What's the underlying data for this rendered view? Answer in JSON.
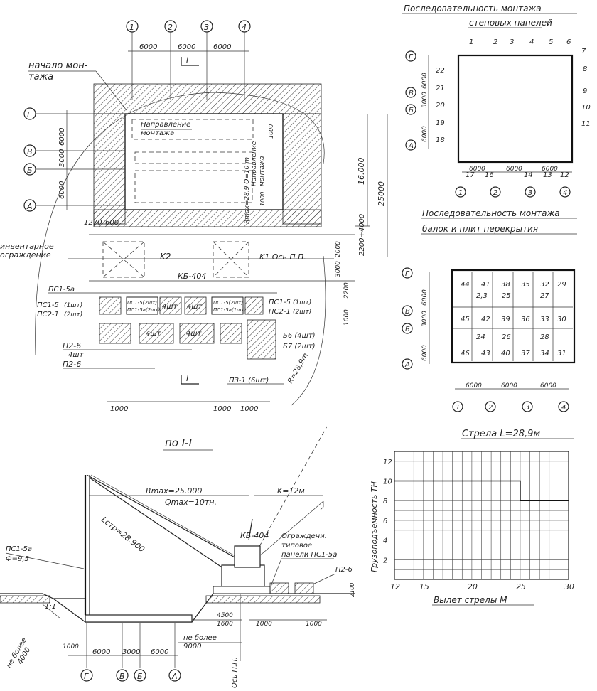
{
  "plan": {
    "axes_top": [
      "1",
      "2",
      "3",
      "4"
    ],
    "axes_left": [
      "Г",
      "В",
      "Б",
      "А"
    ],
    "dims_top": [
      "6000",
      "6000",
      "6000"
    ],
    "dims_left": [
      "6000",
      "3000",
      "6000"
    ],
    "start_label": [
      "начало мон-",
      "тажа"
    ],
    "section_mark": "I",
    "direction_label": [
      "Направление",
      "монтажа"
    ],
    "direction_vertical": [
      "Направление",
      "монтажа"
    ],
    "dim_1000": "1000",
    "dim_1000b": "1000",
    "radius_label": "Rmax=28,9 Q=10 m",
    "dim_16000": "16.000",
    "dim_25000": "25000",
    "dim_2200": "2200+4000",
    "dim_1270": "1270",
    "dim_600": "600",
    "fence_label": [
      "инвентарное",
      "ограждение"
    ],
    "crane_k2": "K2",
    "crane_k1": "K1 Ось П.П.",
    "crane_type": "КБ-404",
    "dim_3000a": "3000",
    "dim_2000": "2000",
    "stack_pc15a_top": "ПС1-5а",
    "stack_left_a": "ПС1-5",
    "stack_left_a_qty": "(1шт)",
    "stack_left_b": "ПС2-1",
    "stack_left_b_qty": "(2шт)",
    "stack_mid1": "ПС1-5(2шт)",
    "stack_mid2": "ПС1-5а(2шт)",
    "qty4a": "4шт",
    "qty4b": "4шт",
    "qty4c": "4шт",
    "qty4d": "4шт",
    "stack_mid3": "ПС1-5(2шт)",
    "stack_mid4": "ПС1-5а(1шт)",
    "stack_right_a": "ПС1-5",
    "stack_right_a_qty": "(1шт)",
    "stack_right_b": "ПС2-1",
    "stack_right_b_qty": "(2шт)",
    "dim_2200b": "2200",
    "dim_1000c": "1000",
    "p26": "П2-6",
    "p26_qty": "4шт",
    "p26b": "П2-6",
    "b6": "Б6 (4шт)",
    "b7": "Б7 (2шт)",
    "r289": "R=28,9m",
    "pz1": "ПЗ-1 (6шт)",
    "dims_bottom": [
      "1000",
      "1000",
      "1000"
    ]
  },
  "wall_panels": {
    "title1": "Последовательность монтажа",
    "title2": "стеновых панелей",
    "top_nums": [
      "1",
      "2",
      "3",
      "4",
      "5",
      "6"
    ],
    "right_nums": [
      "7",
      "8",
      "9",
      "10",
      "11"
    ],
    "left_nums": [
      "22",
      "21",
      "20",
      "19",
      "18"
    ],
    "bottom_nums": [
      "17",
      "16",
      "14",
      "13",
      "12"
    ],
    "axes_left": [
      "Г",
      "В",
      "Б",
      "А"
    ],
    "dims_left": [
      "6000",
      "3000",
      "6000"
    ],
    "axes_bottom": [
      "1",
      "2",
      "3",
      "4"
    ],
    "dims_bottom": [
      "6000",
      "6000",
      "6000"
    ]
  },
  "slabs": {
    "title1": "Последовательность монтажа",
    "title2": "балок и плит перекрытия",
    "row1": [
      "44",
      "41",
      "38",
      "35",
      "32",
      "29"
    ],
    "row2": [
      "2,3",
      "25",
      "27"
    ],
    "row3": [
      "45",
      "42",
      "39",
      "36",
      "33",
      "30"
    ],
    "row4": [
      "24",
      "26",
      "28"
    ],
    "row5": [
      "46",
      "43",
      "40",
      "37",
      "34",
      "31"
    ],
    "axes_left": [
      "Г",
      "В",
      "Б",
      "А"
    ],
    "dims_left": [
      "6000",
      "3000",
      "6000"
    ],
    "axes_bottom": [
      "1",
      "2",
      "3",
      "4"
    ],
    "dims_bottom": [
      "6000",
      "6000",
      "6000"
    ]
  },
  "section": {
    "title": "по I-I",
    "rmax": "Rmax=25.000",
    "qmax": "Qmax=10тн.",
    "lstr": "Lстр=28.900",
    "k12": "K=12м",
    "crane": "КБ-404",
    "pc15a": "ПС1-5а",
    "phi": "Ф=9,5",
    "fence1": "Ограждени.",
    "fence2": "типовое",
    "fence3": "панели ПС1-5а",
    "p26": "П2-6",
    "dim_2100": "2100",
    "slope": "1:1",
    "dim_4500": "4500",
    "dim_1600": "1600",
    "dim_1000a": "1000",
    "dim_1000b": "1000",
    "dim_1000c": "1000",
    "not_more1": "не более",
    "not_more2": "не более",
    "dim_4000": "4000",
    "dim_9000": "9000",
    "bottom_dims": [
      "6000",
      "3000",
      "6000"
    ],
    "axes": [
      "Г",
      "В",
      "Б",
      "А"
    ],
    "axis_pp": "Ось П.П."
  },
  "chart_data": {
    "type": "line",
    "title": "Стрела L=28,9м",
    "xlabel": "Вылет стрелы М",
    "ylabel": "Грузоподъемность ТН",
    "x_ticks": [
      "12",
      "15",
      "20",
      "25",
      "30"
    ],
    "y_ticks": [
      "2",
      "4",
      "6",
      "8",
      "10",
      "12"
    ],
    "xlim": [
      12,
      30
    ],
    "ylim": [
      0,
      13
    ],
    "grid": true,
    "series": [
      {
        "x": [
          12,
          25,
          25,
          30
        ],
        "y": [
          10,
          10,
          8,
          8
        ]
      }
    ]
  }
}
